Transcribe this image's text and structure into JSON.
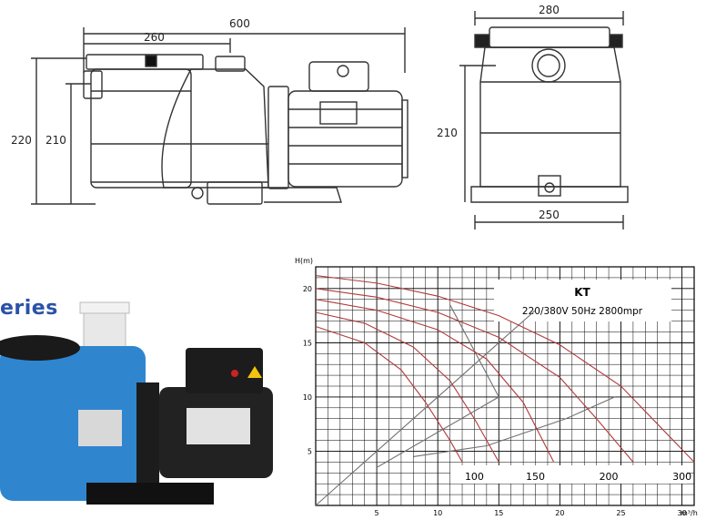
{
  "drawings": {
    "side_view": {
      "overall_length": "600",
      "strainer_length": "260",
      "overall_height": "220",
      "inlet_height": "210"
    },
    "front_view": {
      "overall_width": "280",
      "inlet_height": "210",
      "base_width": "250"
    }
  },
  "photo": {
    "series_label": "eries"
  },
  "chart_data": {
    "type": "line",
    "title": "KT",
    "subtitle": "220/380V  50Hz  2800mpr",
    "ylabel": "H(m)",
    "xlabel": "m³/h",
    "xlim": [
      0,
      31
    ],
    "ylim": [
      0,
      22
    ],
    "x_ticks": [
      "5",
      "10",
      "15",
      "20",
      "25",
      "30"
    ],
    "y_ticks": [
      "5",
      "10",
      "15",
      "20"
    ],
    "grid": true,
    "colors": {
      "pump_curves": "#b03a3a",
      "efficiency_lines": "#707070",
      "grid": "#000000"
    },
    "series": [
      {
        "name": "300",
        "values": [
          [
            0,
            21.2
          ],
          [
            5,
            20.5
          ],
          [
            10,
            19.3
          ],
          [
            15,
            17.5
          ],
          [
            20,
            14.8
          ],
          [
            25,
            11.0
          ],
          [
            28,
            7.5
          ],
          [
            31,
            4.0
          ]
        ]
      },
      {
        "name": "200",
        "values": [
          [
            0,
            20.0
          ],
          [
            5,
            19.2
          ],
          [
            10,
            17.8
          ],
          [
            15,
            15.5
          ],
          [
            20,
            11.8
          ],
          [
            23,
            8.0
          ],
          [
            26,
            4.0
          ]
        ]
      },
      {
        "name": "150",
        "values": [
          [
            0,
            19.0
          ],
          [
            5,
            18.0
          ],
          [
            10,
            16.2
          ],
          [
            14,
            13.5
          ],
          [
            17,
            9.5
          ],
          [
            19.5,
            4.0
          ]
        ]
      },
      {
        "name": "100",
        "values": [
          [
            0,
            17.8
          ],
          [
            4,
            16.8
          ],
          [
            8,
            14.6
          ],
          [
            11,
            11.5
          ],
          [
            13,
            8.0
          ],
          [
            15,
            4.0
          ]
        ]
      },
      {
        "name": "",
        "values": [
          [
            0,
            16.5
          ],
          [
            4,
            15.0
          ],
          [
            7,
            12.5
          ],
          [
            9,
            9.5
          ],
          [
            11,
            6.0
          ],
          [
            12,
            4.0
          ]
        ]
      }
    ],
    "curve_labels": [
      "100",
      "150",
      "200",
      "300"
    ],
    "efficiency_lines": [
      {
        "values": [
          [
            0,
            0
          ],
          [
            18,
            18
          ]
        ]
      },
      {
        "values": [
          [
            5,
            3.5
          ],
          [
            15,
            10
          ],
          [
            11,
            18.5
          ]
        ]
      },
      {
        "values": [
          [
            8,
            4.5
          ],
          [
            14,
            5.5
          ],
          [
            20.5,
            8
          ],
          [
            24.5,
            10
          ]
        ]
      }
    ]
  }
}
